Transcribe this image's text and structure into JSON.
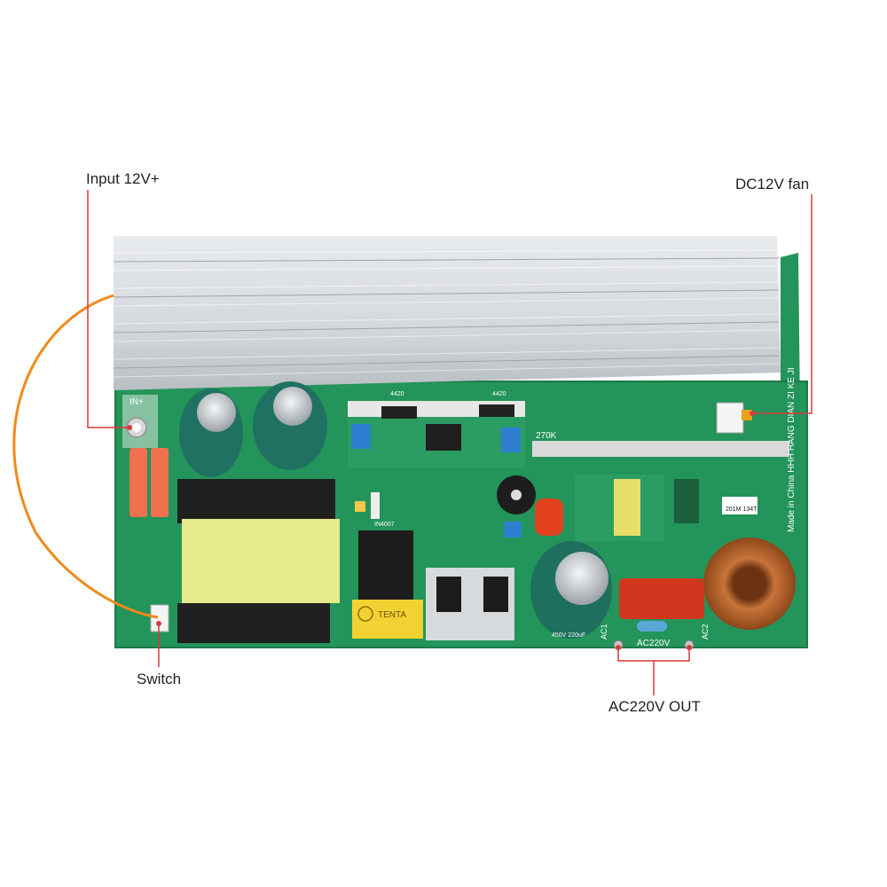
{
  "callouts": {
    "input": "Input 12V+",
    "fan": "DC12V fan",
    "switch": "Switch",
    "ac_out": "AC220V OUT"
  },
  "board": {
    "in_plus": "IN+",
    "mark_270k": "270K",
    "made_in": "Made in China HHH HANG DIAN ZI KE JI",
    "ac1": "AC1",
    "ac2": "AC2",
    "ac220v": "AC220V",
    "cap_label": "450V 220uF",
    "tenta": "TENTA",
    "inductor": "201M 134T",
    "n4420_a": "4420",
    "n4420_b": "4420",
    "in4007": "IN4007"
  },
  "colors": {
    "pcb": "#23945a",
    "heatsink": "#d9dde1",
    "transformer": "#e6ea8c",
    "callout_line": "#d93a3a",
    "wire": "#f08a1c",
    "copper": "#b8642a"
  }
}
